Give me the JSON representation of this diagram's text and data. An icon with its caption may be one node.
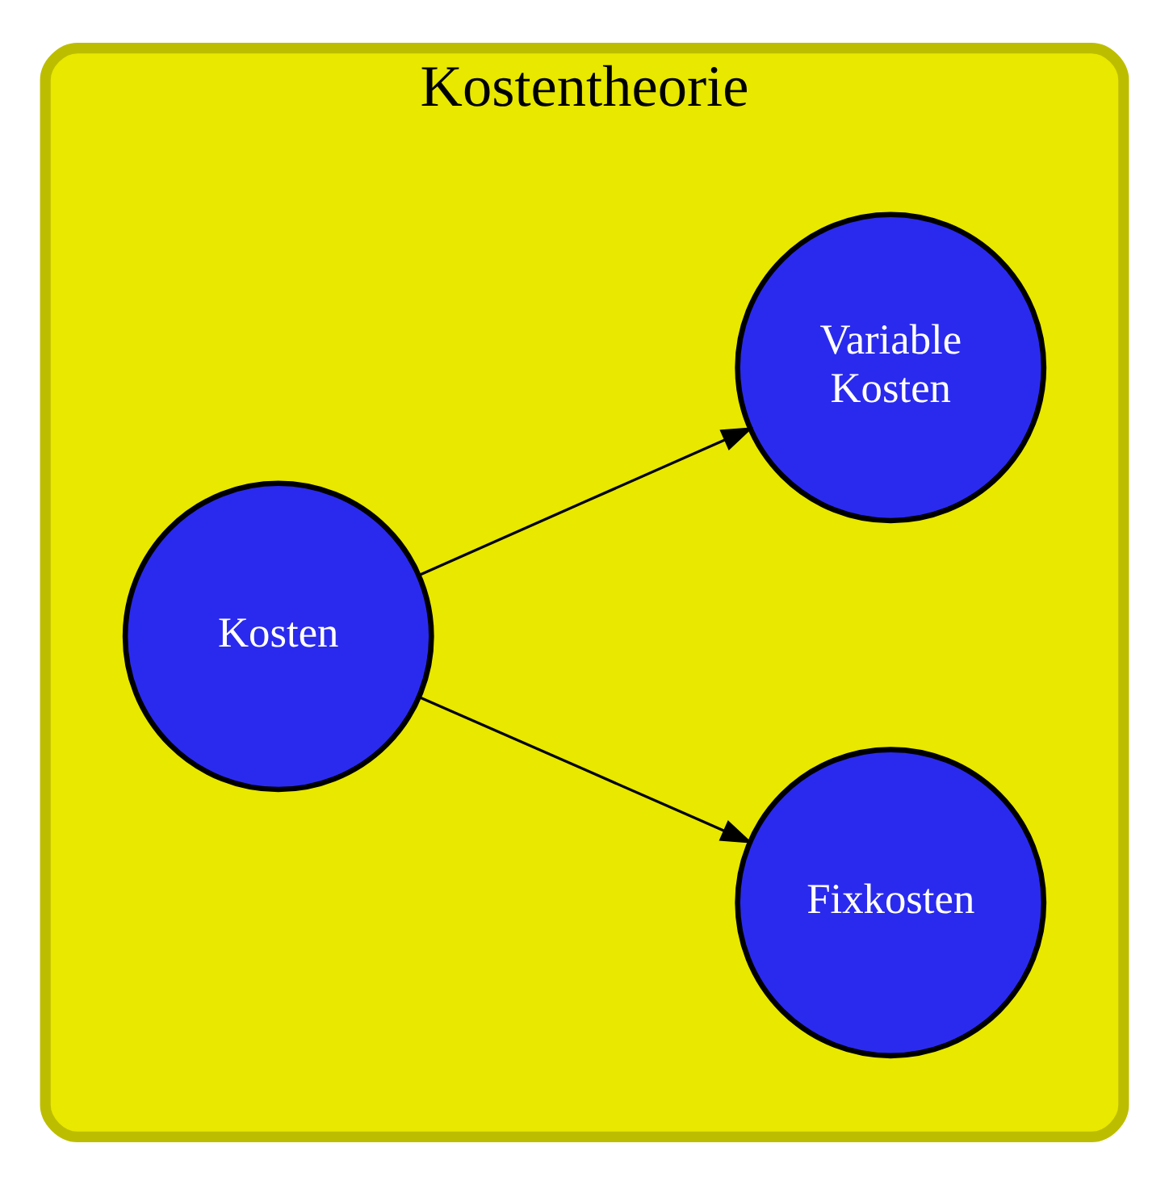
{
  "diagram": {
    "nodes": [
      {
        "text": [
          "Kostentheorie"
        ]
      },
      {
        "text": [
          "Kosten"
        ],
        "in": 0
      },
      {
        "text": [
          "Fixkosten"
        ],
        "in": 0
      },
      {
        "text": [
          "Variable Kosten"
        ],
        "in": 0
      }
    ],
    "edges": [
      {
        "from": 1,
        "to": 2,
        "arrow": "to"
      },
      {
        "from": 1,
        "to": 3,
        "arrow": "to"
      }
    ]
  }
}
